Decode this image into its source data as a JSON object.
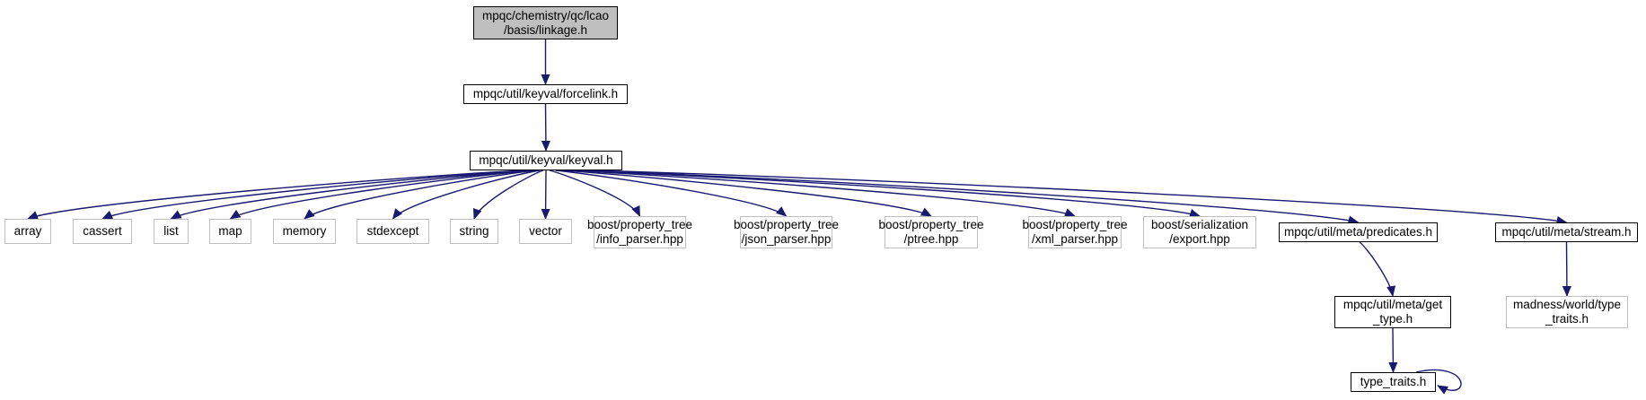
{
  "diagram": {
    "edge_color": "#191970",
    "root_fill": "#bfbfbf",
    "documented_border": "#000000",
    "undocumented_border": "#bfbfbf",
    "nodes": [
      {
        "id": "root",
        "kind": "root",
        "lines": [
          "mpqc/chemistry/qc/lcao",
          "/basis/linkage.h"
        ]
      },
      {
        "id": "forcelink",
        "kind": "doc",
        "lines": [
          "mpqc/util/keyval/forcelink.h"
        ]
      },
      {
        "id": "keyval",
        "kind": "doc",
        "lines": [
          "mpqc/util/keyval/keyval.h"
        ]
      },
      {
        "id": "array",
        "kind": "ext",
        "lines": [
          "array"
        ]
      },
      {
        "id": "cassert",
        "kind": "ext",
        "lines": [
          "cassert"
        ]
      },
      {
        "id": "list",
        "kind": "ext",
        "lines": [
          "list"
        ]
      },
      {
        "id": "map",
        "kind": "ext",
        "lines": [
          "map"
        ]
      },
      {
        "id": "memory",
        "kind": "ext",
        "lines": [
          "memory"
        ]
      },
      {
        "id": "stdexcept",
        "kind": "ext",
        "lines": [
          "stdexcept"
        ]
      },
      {
        "id": "string",
        "kind": "ext",
        "lines": [
          "string"
        ]
      },
      {
        "id": "vector",
        "kind": "ext",
        "lines": [
          "vector"
        ]
      },
      {
        "id": "info_parser",
        "kind": "ext",
        "lines": [
          "boost/property_tree",
          "/info_parser.hpp"
        ]
      },
      {
        "id": "json_parser",
        "kind": "ext",
        "lines": [
          "boost/property_tree",
          "/json_parser.hpp"
        ]
      },
      {
        "id": "ptree",
        "kind": "ext",
        "lines": [
          "boost/property_tree",
          "/ptree.hpp"
        ]
      },
      {
        "id": "xml_parser",
        "kind": "ext",
        "lines": [
          "boost/property_tree",
          "/xml_parser.hpp"
        ]
      },
      {
        "id": "export",
        "kind": "ext",
        "lines": [
          "boost/serialization",
          "/export.hpp"
        ]
      },
      {
        "id": "predicates",
        "kind": "doc",
        "lines": [
          "mpqc/util/meta/predicates.h"
        ]
      },
      {
        "id": "stream",
        "kind": "doc",
        "lines": [
          "mpqc/util/meta/stream.h"
        ]
      },
      {
        "id": "get_type",
        "kind": "doc",
        "lines": [
          "mpqc/util/meta/get",
          "_type.h"
        ]
      },
      {
        "id": "madness_type_traits",
        "kind": "ext",
        "lines": [
          "madness/world/type",
          "_traits.h"
        ]
      },
      {
        "id": "type_traits",
        "kind": "doc",
        "lines": [
          "type_traits.h"
        ]
      }
    ],
    "edges": [
      [
        "root",
        "forcelink"
      ],
      [
        "forcelink",
        "keyval"
      ],
      [
        "keyval",
        "array"
      ],
      [
        "keyval",
        "cassert"
      ],
      [
        "keyval",
        "list"
      ],
      [
        "keyval",
        "map"
      ],
      [
        "keyval",
        "memory"
      ],
      [
        "keyval",
        "stdexcept"
      ],
      [
        "keyval",
        "string"
      ],
      [
        "keyval",
        "vector"
      ],
      [
        "keyval",
        "info_parser"
      ],
      [
        "keyval",
        "json_parser"
      ],
      [
        "keyval",
        "ptree"
      ],
      [
        "keyval",
        "xml_parser"
      ],
      [
        "keyval",
        "export"
      ],
      [
        "keyval",
        "predicates"
      ],
      [
        "keyval",
        "stream"
      ],
      [
        "predicates",
        "get_type"
      ],
      [
        "stream",
        "madness_type_traits"
      ],
      [
        "get_type",
        "type_traits"
      ],
      [
        "type_traits",
        "type_traits"
      ]
    ]
  }
}
